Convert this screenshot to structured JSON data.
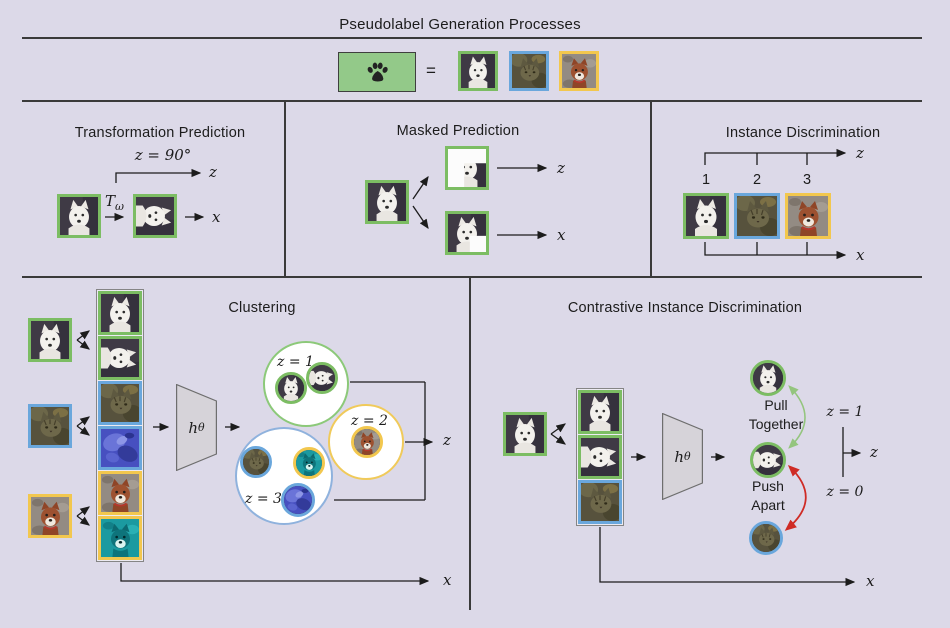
{
  "title": "Pseudolabel Generation Processes",
  "legend": {
    "equals": "="
  },
  "colors": {
    "background": "#dcd9e8",
    "green_border": "#7cbd63",
    "blue_border": "#6aa7dc",
    "yellow_border": "#f2c74e",
    "paw_box_fill": "#93c989",
    "pull_arrow_green": "#94c57e",
    "push_arrow_red": "#cf2b25",
    "divider": "#3a3a3a"
  },
  "panels": {
    "transformation": {
      "title": "Transformation Prediction",
      "rotation_label": "z = 90°",
      "transform_var": "T",
      "transform_sub": "ω",
      "z_label": "z",
      "x_label": "x"
    },
    "masked": {
      "title": "Masked Prediction",
      "z_label": "z",
      "x_label": "x"
    },
    "instance": {
      "title": "Instance Discrimination",
      "ids": [
        "1",
        "2",
        "3"
      ],
      "z_label": "z",
      "x_label": "x"
    },
    "clustering": {
      "title": "Clustering",
      "encoder_var": "h",
      "encoder_sub": "θ",
      "cluster_labels": [
        "z = 1",
        "z = 2",
        "z = 3"
      ],
      "z_label": "z",
      "x_label": "x"
    },
    "contrastive": {
      "title": "Contrastive Instance Discrimination",
      "encoder_var": "h",
      "encoder_sub": "θ",
      "pull_line1": "Pull",
      "pull_line2": "Together",
      "push_line1": "Push",
      "push_line2": "Apart",
      "z1_label": "z = 1",
      "z0_label": "z = 0",
      "z_label": "z",
      "x_label": "x"
    }
  }
}
